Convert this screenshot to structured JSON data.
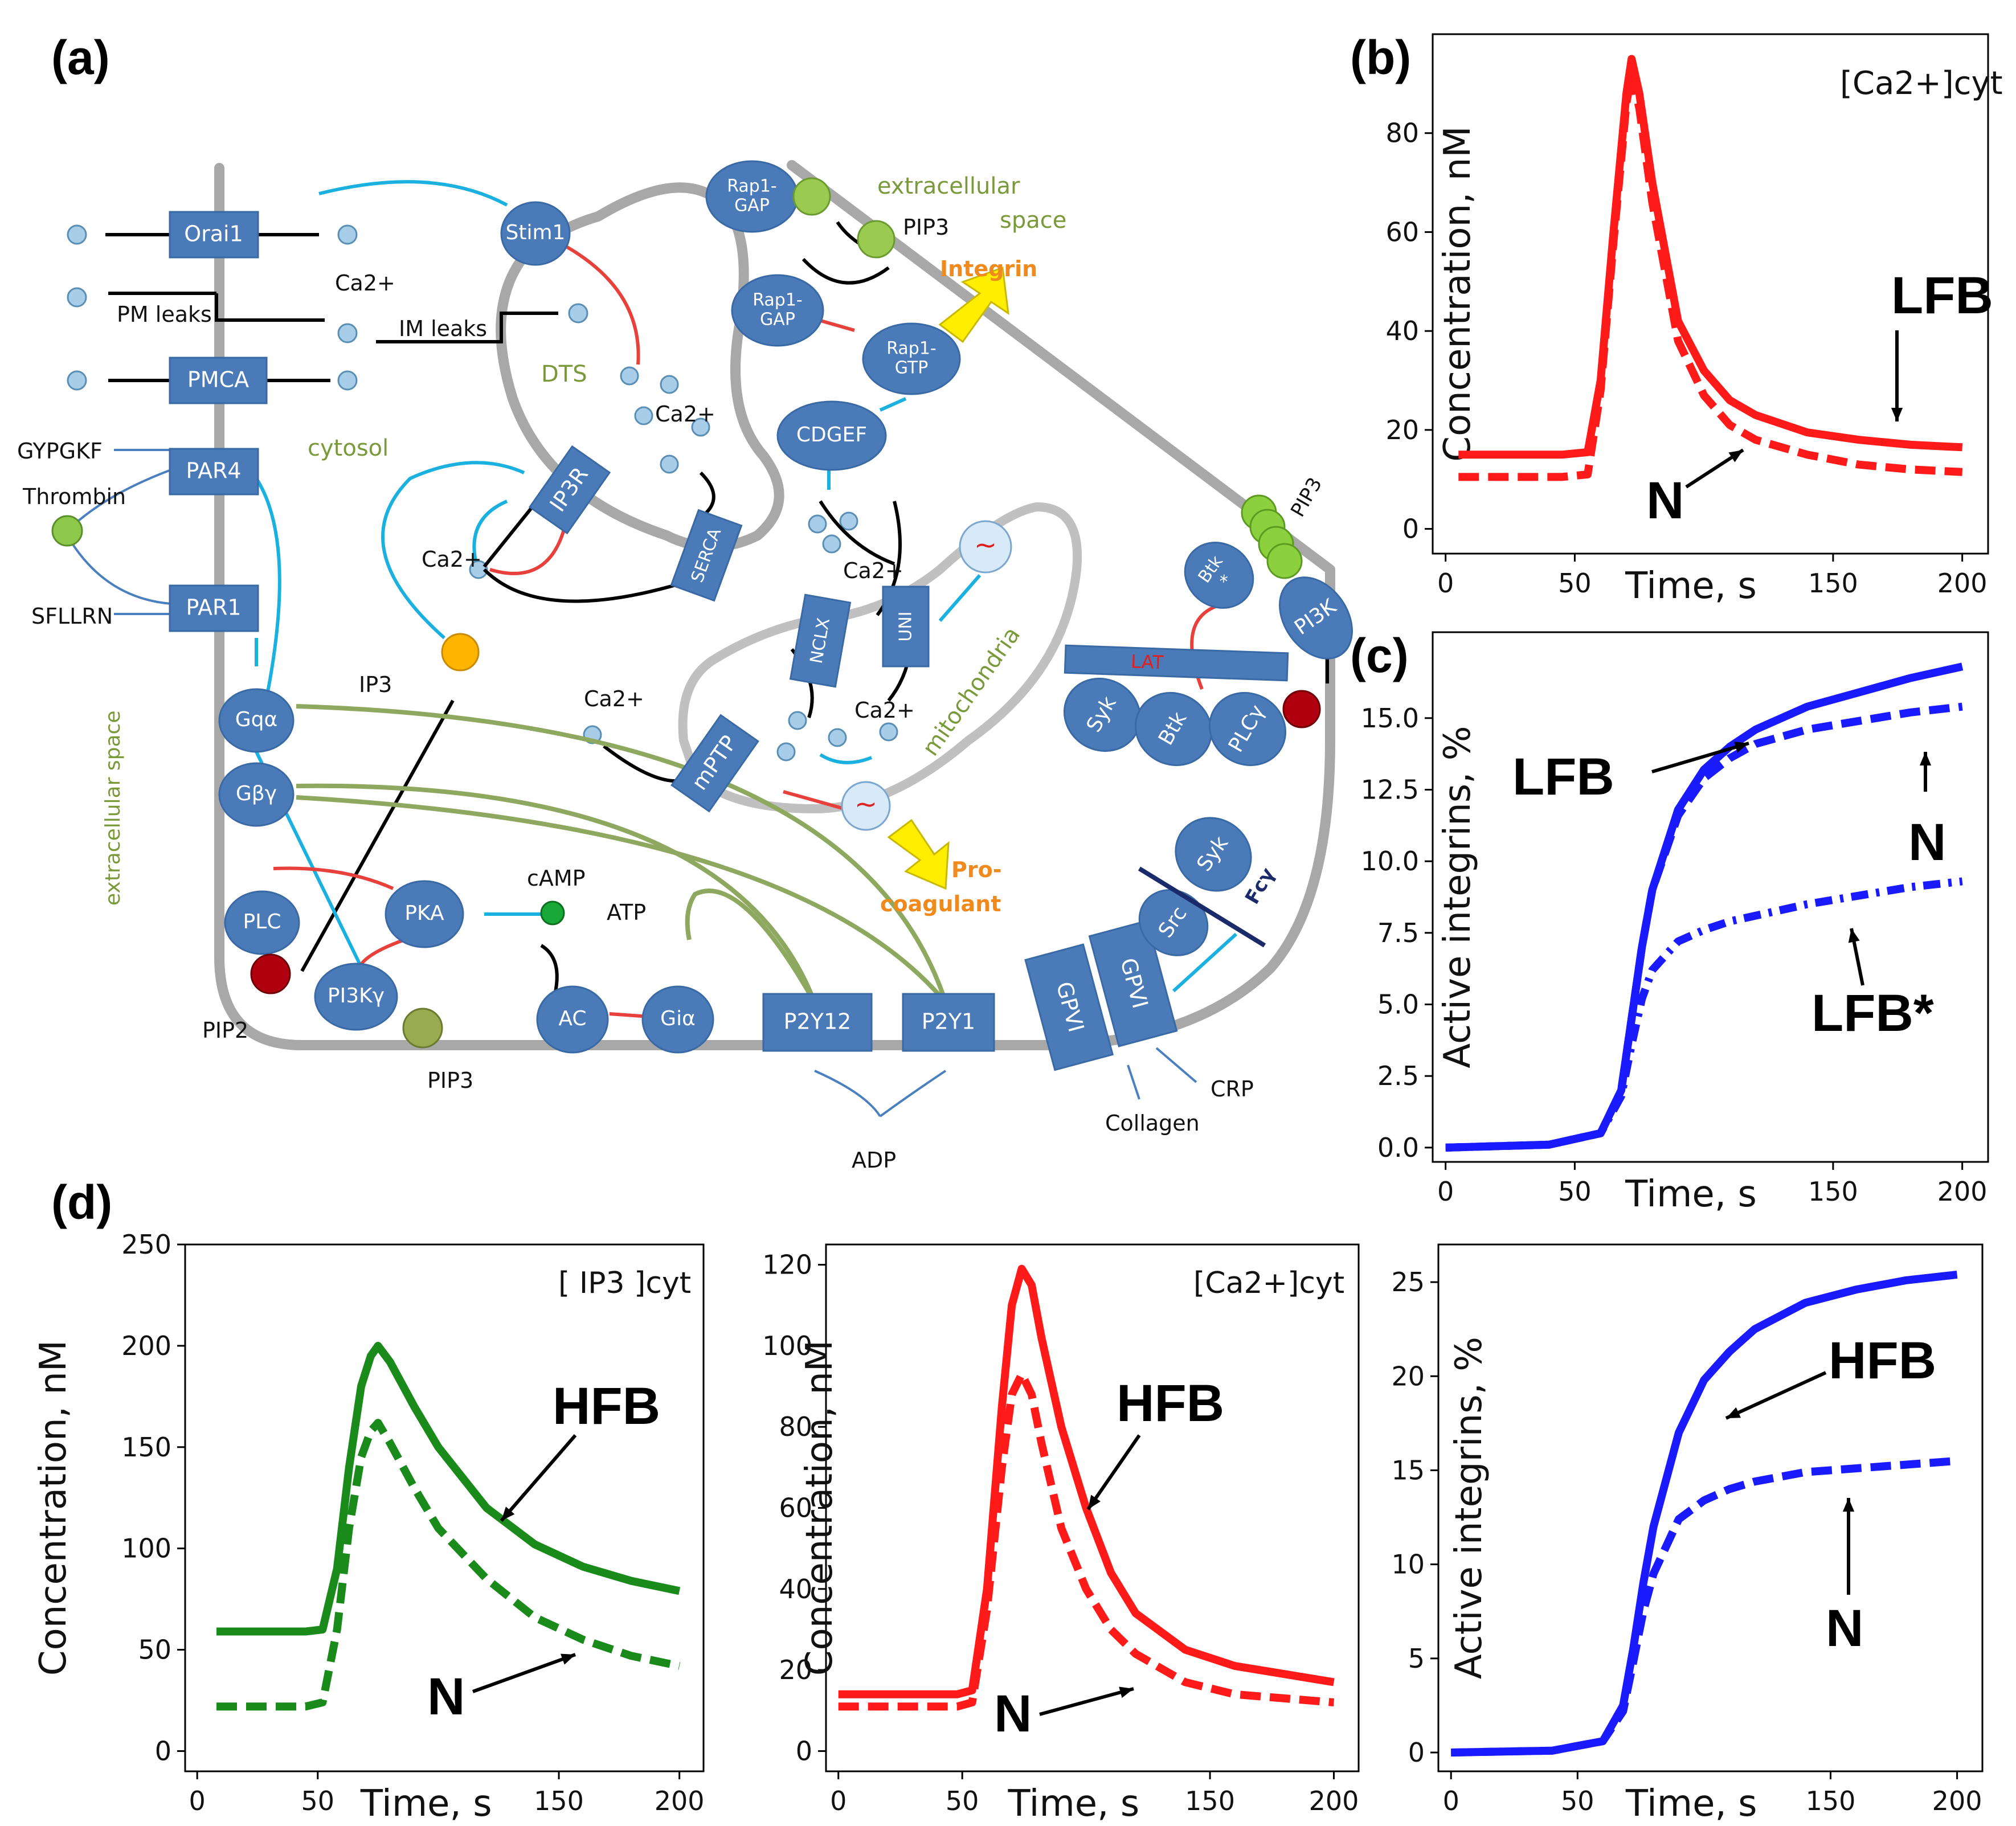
{
  "panel_labels": {
    "a": "(a)",
    "b": "(b)",
    "c": "(c)",
    "d": "(d)"
  },
  "diagram": {
    "boxes": {
      "orai1": "Orai1",
      "pmca": "PMCA",
      "par4": "PAR4",
      "par1": "PAR1",
      "p2y12": "P2Y12",
      "p2y1": "P2Y1",
      "gpvi_a": "GPVI",
      "gpvi_b": "GPVI",
      "ip3r": "IP3R",
      "serca": "SERCA",
      "nclx": "NCLX",
      "uni": "UNI",
      "mptp": "mPTP",
      "lat": "LAT"
    },
    "nodes": {
      "stim1": "Stim1",
      "rap1gap_a": "Rap1-\nGAP",
      "rap1gap_b": "Rap1-\nGAP",
      "rap1gtp": "Rap1-\nGTP",
      "cdgef": "CDGEF",
      "gqa": "Gqα",
      "gby": "Gβγ",
      "plc": "PLC",
      "pka": "PKA",
      "pi3ky": "PI3Kγ",
      "ac": "AC",
      "gia": "Giα",
      "syk_a": "Syk",
      "btk_a": "Btk",
      "plcy": "PLCγ",
      "btk_b": "Btk\n*",
      "pi3k": "PI3K",
      "syk_b": "Syk",
      "src": "Src",
      "fcy": "Fcγ",
      "mito_a": "~",
      "mito_b": "~"
    },
    "labels": {
      "ca_cyt": "Ca2+",
      "pm_leaks": "PM leaks",
      "im_leaks": "IM leaks",
      "dts": "DTS",
      "ca_dts": "Ca2+",
      "ca_ip3r": "Ca2+",
      "cytosol": "cytosol",
      "gypgkf": "GYPGKF",
      "thrombin": "Thrombin",
      "sfllrn": "SFLLRN",
      "extracellular_space_left": "extracellular space",
      "ip3": "IP3",
      "pip2": "PIP2",
      "pip3_bottom": "PIP3",
      "pip3_top": "PIP3",
      "pip3_right": "PIP3",
      "camp": "cAMP",
      "atp": "ATP",
      "adp": "ADP",
      "collagen": "Collagen",
      "crp": "CRP",
      "extracellular_top": "extracellular",
      "space_top": "space",
      "integrin": "Integrin",
      "mitochondria": "mitochondria",
      "ca_mito1": "Ca2+",
      "ca_mito2": "Ca2+",
      "ca_mito3": "Ca2+",
      "procoag_1": "Pro-",
      "procoag_2": "coagulant"
    }
  },
  "colors": {
    "red": "#ff1a1a",
    "blue": "#1a1aff",
    "green": "#1a8a1a",
    "box": "#4a7ab8"
  },
  "chart_data": [
    {
      "id": "b",
      "type": "line",
      "title": "[Ca2+]cyt",
      "xlabel": "Time, s",
      "ylabel": "Concentration, nM",
      "xlim": [
        -5,
        210
      ],
      "ylim": [
        -5,
        100
      ],
      "xticks": [
        0,
        50,
        150,
        200
      ],
      "yticks": [
        0,
        20,
        40,
        60,
        80
      ],
      "annotations": [
        "LFB",
        "N"
      ],
      "series": [
        {
          "name": "LFB",
          "style": "solid",
          "color": "#ff1a1a",
          "x": [
            5,
            45,
            55,
            60,
            65,
            70,
            72,
            75,
            80,
            90,
            100,
            110,
            120,
            140,
            160,
            180,
            200
          ],
          "y": [
            15,
            15,
            15.5,
            30,
            60,
            88,
            95,
            88,
            70,
            42,
            32,
            26,
            23,
            19.5,
            18,
            17,
            16.5
          ]
        },
        {
          "name": "N",
          "style": "dash",
          "color": "#ff1a1a",
          "x": [
            5,
            45,
            55,
            60,
            65,
            70,
            72,
            75,
            80,
            90,
            100,
            110,
            120,
            140,
            160,
            180,
            200
          ],
          "y": [
            10.5,
            10.5,
            11,
            28,
            58,
            86,
            92,
            85,
            66,
            38,
            27,
            21,
            18,
            15,
            13,
            12,
            11.5
          ]
        }
      ]
    },
    {
      "id": "c",
      "type": "line",
      "xlabel": "Time, s",
      "ylabel": "Active integrins, %",
      "xlim": [
        -5,
        210
      ],
      "ylim": [
        -0.5,
        18
      ],
      "xticks": [
        0,
        50,
        150,
        200
      ],
      "yticks": [
        0.0,
        2.5,
        5.0,
        7.5,
        10.0,
        12.5,
        15.0
      ],
      "yticklabels": [
        "0.0",
        "2.5",
        "5.0",
        "7.5",
        "10.0",
        "12.5",
        "15.0"
      ],
      "annotations": [
        "LFB",
        "N",
        "LFB*"
      ],
      "series": [
        {
          "name": "LFB",
          "style": "solid",
          "color": "#1a1aff",
          "x": [
            0,
            40,
            60,
            68,
            72,
            76,
            80,
            90,
            100,
            110,
            120,
            140,
            160,
            180,
            200
          ],
          "y": [
            0,
            0.1,
            0.5,
            2,
            4.5,
            7,
            9,
            11.8,
            13.2,
            14,
            14.6,
            15.4,
            15.9,
            16.4,
            16.8
          ]
        },
        {
          "name": "N",
          "style": "dash",
          "color": "#1a1aff",
          "x": [
            0,
            40,
            60,
            68,
            72,
            76,
            80,
            90,
            100,
            110,
            120,
            140,
            160,
            180,
            200
          ],
          "y": [
            0,
            0.1,
            0.5,
            2,
            4.5,
            7,
            9,
            11.6,
            12.9,
            13.6,
            14.1,
            14.6,
            14.9,
            15.2,
            15.4
          ]
        },
        {
          "name": "LFB*",
          "style": "dashdot",
          "color": "#1a1aff",
          "x": [
            0,
            40,
            60,
            68,
            72,
            76,
            80,
            90,
            100,
            110,
            120,
            140,
            160,
            180,
            200
          ],
          "y": [
            0,
            0.1,
            0.5,
            1.8,
            3.6,
            5.2,
            6.2,
            7.2,
            7.6,
            7.9,
            8.1,
            8.5,
            8.8,
            9.1,
            9.3
          ]
        }
      ]
    },
    {
      "id": "d1",
      "type": "line",
      "title": "[ IP3 ]cyt",
      "xlabel": "Time, s",
      "ylabel": "Concentration, nM",
      "xlim": [
        -5,
        210
      ],
      "ylim": [
        -10,
        250
      ],
      "xticks": [
        0,
        50,
        150,
        200
      ],
      "yticks": [
        0,
        50,
        100,
        150,
        200,
        250
      ],
      "annotations": [
        "HFB",
        "N"
      ],
      "series": [
        {
          "name": "HFB",
          "style": "solid",
          "color": "#1a8a1a",
          "x": [
            8,
            45,
            52,
            58,
            63,
            68,
            72,
            75,
            80,
            90,
            100,
            120,
            140,
            160,
            180,
            200
          ],
          "y": [
            59,
            59,
            60,
            90,
            140,
            180,
            195,
            200,
            192,
            170,
            150,
            120,
            102,
            91,
            84,
            79
          ]
        },
        {
          "name": "N",
          "style": "dash",
          "color": "#1a8a1a",
          "x": [
            8,
            45,
            52,
            58,
            63,
            68,
            72,
            75,
            80,
            90,
            100,
            120,
            140,
            160,
            180,
            200
          ],
          "y": [
            22,
            22,
            24,
            60,
            110,
            145,
            158,
            162,
            152,
            130,
            110,
            85,
            66,
            55,
            47,
            42
          ]
        }
      ]
    },
    {
      "id": "d2",
      "type": "line",
      "title": "[Ca2+]cyt",
      "xlabel": "Time, s",
      "ylabel": "Concentration, nM",
      "xlim": [
        -5,
        210
      ],
      "ylim": [
        -5,
        125
      ],
      "xticks": [
        0,
        50,
        150,
        200
      ],
      "yticks": [
        0,
        20,
        40,
        60,
        80,
        100,
        120
      ],
      "annotations": [
        "HFB",
        "N"
      ],
      "series": [
        {
          "name": "HFB",
          "style": "solid",
          "color": "#ff1a1a",
          "x": [
            0,
            48,
            54,
            60,
            66,
            70,
            74,
            78,
            82,
            90,
            100,
            110,
            120,
            140,
            160,
            180,
            200
          ],
          "y": [
            14,
            14,
            15,
            40,
            85,
            110,
            119,
            115,
            102,
            80,
            60,
            44,
            34,
            25,
            21,
            19,
            17
          ]
        },
        {
          "name": "N",
          "style": "dash",
          "color": "#ff1a1a",
          "x": [
            0,
            48,
            54,
            60,
            66,
            70,
            74,
            78,
            82,
            90,
            100,
            110,
            120,
            140,
            160,
            180,
            200
          ],
          "y": [
            11,
            11,
            12,
            35,
            70,
            88,
            93,
            88,
            76,
            55,
            40,
            30,
            24,
            17,
            14,
            13,
            12
          ]
        }
      ]
    },
    {
      "id": "d3",
      "type": "line",
      "xlabel": "Time, s",
      "ylabel": "Active integrins, %",
      "xlim": [
        -5,
        210
      ],
      "ylim": [
        -1,
        27
      ],
      "xticks": [
        0,
        50,
        150,
        200
      ],
      "yticks": [
        0,
        5,
        10,
        15,
        20,
        25
      ],
      "annotations": [
        "HFB",
        "N"
      ],
      "series": [
        {
          "name": "HFB",
          "style": "solid",
          "color": "#1a1aff",
          "x": [
            0,
            40,
            60,
            68,
            72,
            76,
            80,
            90,
            100,
            110,
            120,
            140,
            160,
            180,
            200
          ],
          "y": [
            0,
            0.1,
            0.6,
            2.5,
            5.5,
            9,
            12,
            17,
            19.8,
            21.3,
            22.5,
            23.9,
            24.6,
            25.1,
            25.4
          ]
        },
        {
          "name": "N",
          "style": "dash",
          "color": "#1a1aff",
          "x": [
            0,
            40,
            60,
            68,
            72,
            76,
            80,
            90,
            100,
            110,
            120,
            140,
            160,
            180,
            200
          ],
          "y": [
            0,
            0.1,
            0.6,
            2.2,
            4.8,
            7.5,
            9.5,
            12.4,
            13.4,
            14,
            14.4,
            14.9,
            15.1,
            15.3,
            15.5
          ]
        }
      ]
    }
  ]
}
